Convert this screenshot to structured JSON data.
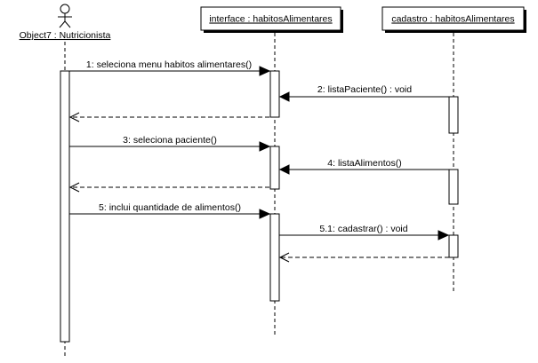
{
  "participants": {
    "actor": {
      "label": "Object7 : Nutricionista"
    },
    "interface": {
      "label": "interface : habitosAlimentares"
    },
    "cadastro": {
      "label": "cadastro : habitosAlimentares"
    }
  },
  "messages": [
    {
      "label": "1: seleciona menu habitos alimentares()",
      "kind": "call"
    },
    {
      "label": "2: listaPaciente() : void",
      "kind": "call"
    },
    {
      "label": "",
      "kind": "return"
    },
    {
      "label": "3: seleciona paciente()",
      "kind": "call"
    },
    {
      "label": "4: listaAlimentos()",
      "kind": "call"
    },
    {
      "label": "",
      "kind": "return"
    },
    {
      "label": "5: inclui quantidade de alimentos()",
      "kind": "call"
    },
    {
      "label": "5.1: cadastrar() : void",
      "kind": "call"
    },
    {
      "label": "",
      "kind": "return"
    }
  ],
  "colors": {
    "line": "#000000",
    "background": "#ffffff"
  }
}
